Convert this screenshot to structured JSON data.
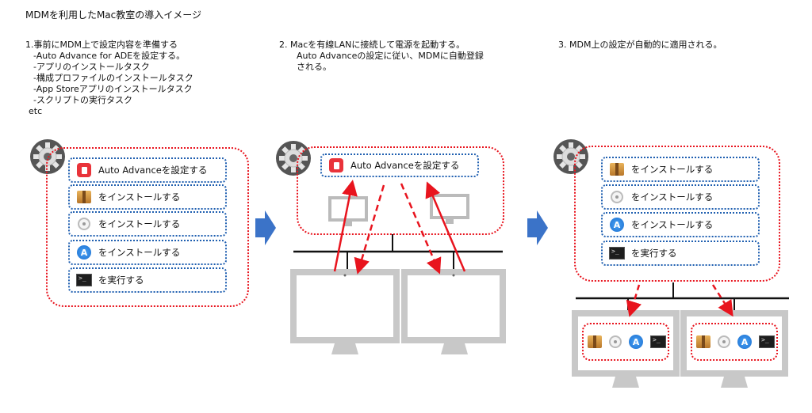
{
  "title": "MDMを利用したMac教室の導入イメージ",
  "steps": {
    "step1": {
      "heading": "1.事前にMDM上で設定内容を準備する",
      "lines": [
        "-Auto Advance for ADEを設定する。",
        "-アプリのインストールタスク",
        "-構成プロファイルのインストールタスク",
        "-App Storeアプリのインストールタスク",
        "-スクリプトの実行タスク"
      ],
      "etc": "etc",
      "tasks": [
        {
          "icon": "auto-advance-icon",
          "label": "Auto Advanceを設定する"
        },
        {
          "icon": "package-icon",
          "label": "をインストールする"
        },
        {
          "icon": "config-profile-icon",
          "label": "をインストールする"
        },
        {
          "icon": "app-store-icon",
          "label": "をインストールする"
        },
        {
          "icon": "terminal-icon",
          "label": "を実行する"
        }
      ]
    },
    "step2": {
      "heading": "2. Macを有線LANに接続して電源を起動する。",
      "lines": [
        "Auto Advanceの設定に従い、MDMに自動登録",
        "される。"
      ],
      "task": {
        "icon": "auto-advance-icon",
        "label": "Auto Advanceを設定する"
      }
    },
    "step3": {
      "heading": "3. MDM上の設定が自動的に適用される。",
      "tasks": [
        {
          "icon": "package-icon",
          "label": "をインストールする"
        },
        {
          "icon": "config-profile-icon",
          "label": "をインストールする"
        },
        {
          "icon": "app-store-icon",
          "label": "をインストールする"
        },
        {
          "icon": "terminal-icon",
          "label": "を実行する"
        }
      ]
    }
  },
  "colors": {
    "red": "#e8141e",
    "blue": "#1f5fb0",
    "arrow": "#3b73c8",
    "gray": "#c8c8c8"
  }
}
